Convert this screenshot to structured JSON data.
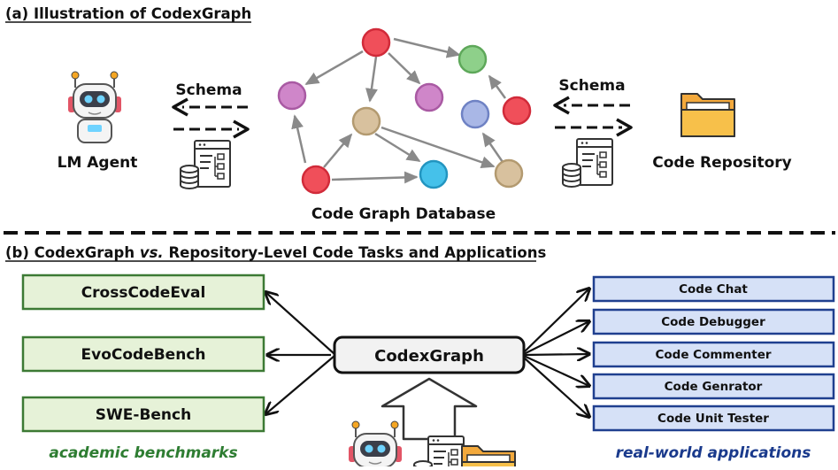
{
  "part_a": {
    "heading": "(a) Illustration of CodexGraph",
    "left_label": "LM Agent",
    "right_label": "Code Repository",
    "schema_left": "Schema",
    "schema_right": "Schema",
    "db_label": "Code Graph Database"
  },
  "part_b": {
    "heading_1": "(b) CodexGraph ",
    "heading_vs": "vs.",
    "heading_2": " Repository-Level Code Tasks and Applications",
    "center": "CodexGraph",
    "benchmarks": [
      "CrossCodeEval",
      "EvoCodeBench",
      "SWE-Bench"
    ],
    "benchmarks_caption": "academic benchmarks",
    "applications": [
      "Code Chat",
      "Code Debugger",
      "Code Commenter",
      "Code Genrator",
      "Code Unit Tester"
    ],
    "applications_caption": "real-world applications"
  },
  "colors": {
    "green_fill": "#e6f2d8",
    "green_stroke": "#3c7a34",
    "blue_fill": "#d6e1f7",
    "blue_stroke": "#1f3f8f",
    "node_red": "#f04f5a",
    "node_purple": "#cf86c9",
    "node_tan": "#d8c19e",
    "node_green": "#8ed08a",
    "node_blue_light": "#a9b7e6",
    "node_cyan": "#45c1ea",
    "folder": "#f7c04a"
  },
  "icons": [
    "robot-icon",
    "database-schema-icon",
    "folder-icon"
  ]
}
